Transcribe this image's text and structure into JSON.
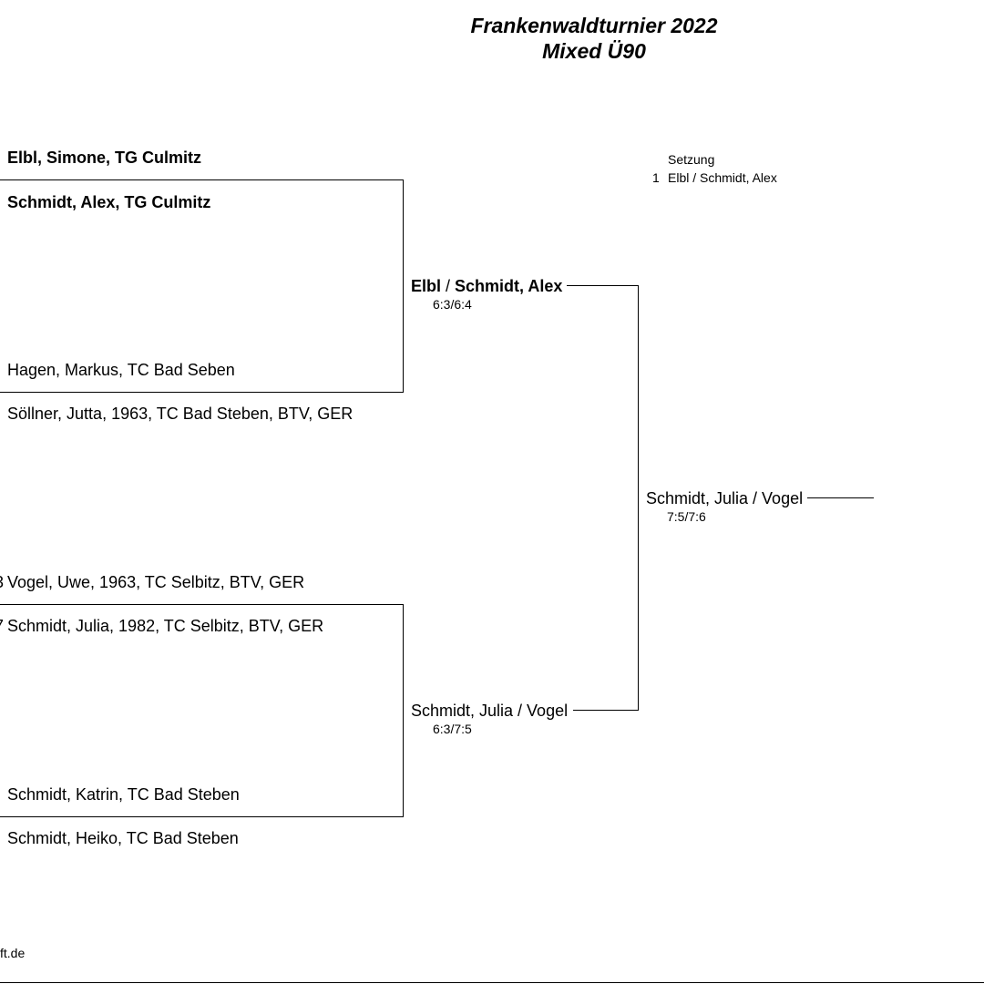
{
  "header": {
    "title_line1": "Frankenwaldturnier 2022",
    "title_line2": "Mixed Ü90"
  },
  "seeding": {
    "label": "Setzung",
    "entries": [
      {
        "rank": "1",
        "team": "Elbl / Schmidt, Alex"
      }
    ]
  },
  "round1": {
    "match1": {
      "player1": "Elbl, Simone, TG Culmitz",
      "player2": "Schmidt, Alex, TG Culmitz",
      "player3": "Hagen, Markus, TC Bad Seben",
      "player4": "Söllner, Jutta, 1963, TC Bad Steben, BTV, GER"
    },
    "match2": {
      "player1": "Vogel, Uwe, 1963, TC Selbitz, BTV, GER",
      "player2": "Schmidt, Julia, 1982, TC Selbitz, BTV, GER",
      "player3": "Schmidt, Katrin, TC Bad Steben",
      "player4": "Schmidt, Heiko, TC Bad Steben"
    }
  },
  "round2": {
    "winner1": {
      "name_bold": "Elbl",
      "name_sep": " / ",
      "name_rest": "Schmidt, Alex",
      "score": "6:3/6:4"
    },
    "winner2": {
      "name": "Schmidt, Julia / Vogel",
      "score": "6:3/7:5"
    }
  },
  "final": {
    "winner": {
      "name": "Schmidt, Julia / Vogel",
      "score": "7:5/7:6"
    }
  },
  "footer": {
    "site_fragment": "ft.de"
  }
}
